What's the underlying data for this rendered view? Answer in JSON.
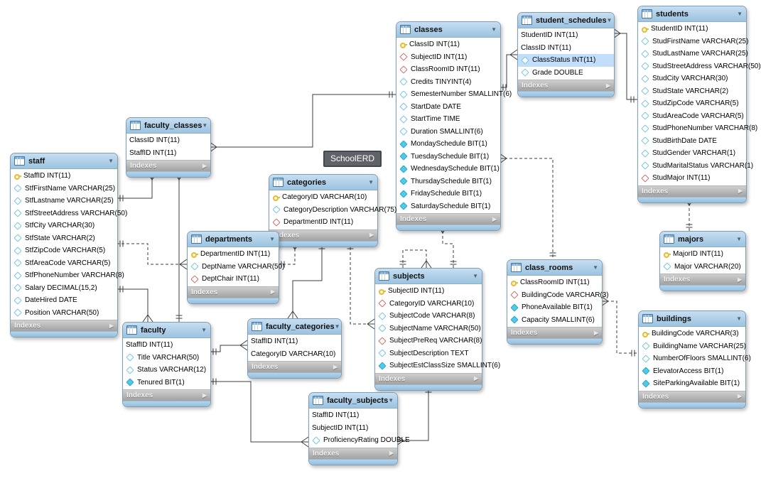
{
  "diagram": {
    "label": "SchoolERD",
    "indexes_label": "Indexes",
    "collapse_glyph": "▼",
    "expand_glyph": "▶",
    "colors": {
      "table_header_blue": "#a9cce7",
      "selected_row_blue": "#c3defb",
      "primary_key_yellow": "#e3bd37",
      "foreign_key_red": "#cf7070",
      "nullable_cyan": "#79c7dd",
      "notnull_cyan_fill": "#4fcbe8",
      "indexes_gray": "#b0b0b0",
      "label_bg": "#5f6367",
      "line_color": "#3c3c3c"
    },
    "tables": [
      {
        "id": "staff",
        "title": "staff",
        "fields": [
          {
            "icon": "key",
            "text": "StaffID INT(11)"
          },
          {
            "icon": "null",
            "text": "StfFirstName VARCHAR(25)"
          },
          {
            "icon": "null",
            "text": "StfLastname VARCHAR(25)"
          },
          {
            "icon": "null",
            "text": "StfStreetAddress VARCHAR(50)"
          },
          {
            "icon": "null",
            "text": "StfCity VARCHAR(30)"
          },
          {
            "icon": "null",
            "text": "StfState VARCHAR(2)"
          },
          {
            "icon": "null",
            "text": "StfZipCode VARCHAR(5)"
          },
          {
            "icon": "null",
            "text": "StfAreaCode VARCHAR(5)"
          },
          {
            "icon": "null",
            "text": "StfPhoneNumber VARCHAR(8)"
          },
          {
            "icon": "null",
            "text": "Salary DECIMAL(15,2)"
          },
          {
            "icon": "null",
            "text": "DateHired DATE"
          },
          {
            "icon": "null",
            "text": "Position VARCHAR(50)"
          }
        ]
      },
      {
        "id": "faculty_classes",
        "title": "faculty_classes",
        "fields": [
          {
            "icon": "none",
            "text": "ClassID INT(11)"
          },
          {
            "icon": "none",
            "text": "StaffID INT(11)"
          }
        ]
      },
      {
        "id": "classes",
        "title": "classes",
        "fields": [
          {
            "icon": "key",
            "text": "ClassID INT(11)"
          },
          {
            "icon": "fk",
            "text": "SubjectID INT(11)"
          },
          {
            "icon": "fk",
            "text": "ClassRoomID INT(11)"
          },
          {
            "icon": "null",
            "text": "Credits TINYINT(4)"
          },
          {
            "icon": "null",
            "text": "SemesterNumber SMALLINT(6)"
          },
          {
            "icon": "null",
            "text": "StartDate DATE"
          },
          {
            "icon": "null",
            "text": "StartTime TIME"
          },
          {
            "icon": "null",
            "text": "Duration SMALLINT(6)"
          },
          {
            "icon": "notnull",
            "text": "MondaySchedule BIT(1)"
          },
          {
            "icon": "notnull",
            "text": "TuesdaySchedule BIT(1)"
          },
          {
            "icon": "notnull",
            "text": "WednesdaySchedule BIT(1)"
          },
          {
            "icon": "notnull",
            "text": "ThursdaySchedule BIT(1)"
          },
          {
            "icon": "notnull",
            "text": "FridaySchedule BIT(1)"
          },
          {
            "icon": "notnull",
            "text": "SaturdaySchedule BIT(1)"
          }
        ]
      },
      {
        "id": "student_schedules",
        "title": "student_schedules",
        "fields": [
          {
            "icon": "none",
            "text": "StudentID INT(11)"
          },
          {
            "icon": "none",
            "text": "ClassID INT(11)"
          },
          {
            "icon": "null",
            "text": "ClassStatus INT(11)",
            "selected": true
          },
          {
            "icon": "null",
            "text": "Grade DOUBLE"
          }
        ]
      },
      {
        "id": "students",
        "title": "students",
        "fields": [
          {
            "icon": "key",
            "text": "StudentID INT(11)"
          },
          {
            "icon": "null",
            "text": "StudFirstName VARCHAR(25)"
          },
          {
            "icon": "null",
            "text": "StudLastName VARCHAR(25)"
          },
          {
            "icon": "null",
            "text": "StudStreetAddress VARCHAR(50)"
          },
          {
            "icon": "null",
            "text": "StudCity VARCHAR(30)"
          },
          {
            "icon": "null",
            "text": "StudState VARCHAR(2)"
          },
          {
            "icon": "null",
            "text": "StudZipCode VARCHAR(5)"
          },
          {
            "icon": "null",
            "text": "StudAreaCode VARCHAR(5)"
          },
          {
            "icon": "null",
            "text": "StudPhoneNumber VARCHAR(8)"
          },
          {
            "icon": "null",
            "text": "StudBirthDate DATE"
          },
          {
            "icon": "null",
            "text": "StudGender VARCHAR(1)"
          },
          {
            "icon": "null",
            "text": "StudMaritalStatus VARCHAR(1)"
          },
          {
            "icon": "fk",
            "text": "StudMajor INT(11)"
          }
        ]
      },
      {
        "id": "categories",
        "title": "categories",
        "fields": [
          {
            "icon": "key",
            "text": "CategoryID VARCHAR(10)"
          },
          {
            "icon": "null",
            "text": "CategoryDescription VARCHAR(75)"
          },
          {
            "icon": "fk",
            "text": "DepartmentID INT(11)"
          }
        ]
      },
      {
        "id": "departments",
        "title": "departments",
        "fields": [
          {
            "icon": "key",
            "text": "DepartmentID INT(11)"
          },
          {
            "icon": "null",
            "text": "DeptName VARCHAR(50)"
          },
          {
            "icon": "fk",
            "text": "DeptChair INT(11)"
          }
        ]
      },
      {
        "id": "subjects",
        "title": "subjects",
        "fields": [
          {
            "icon": "key",
            "text": "SubjectID INT(11)"
          },
          {
            "icon": "fk",
            "text": "CategoryID VARCHAR(10)"
          },
          {
            "icon": "null",
            "text": "SubjectCode VARCHAR(8)"
          },
          {
            "icon": "null",
            "text": "SubjectName VARCHAR(50)"
          },
          {
            "icon": "fk",
            "text": "SubjectPreReq VARCHAR(8)"
          },
          {
            "icon": "null",
            "text": "SubjectDescription TEXT"
          },
          {
            "icon": "notnull",
            "text": "SubjectEstClassSize SMALLINT(6)"
          }
        ]
      },
      {
        "id": "faculty",
        "title": "faculty",
        "fields": [
          {
            "icon": "none",
            "text": "StaffID INT(11)"
          },
          {
            "icon": "null",
            "text": "Title VARCHAR(50)"
          },
          {
            "icon": "null",
            "text": "Status VARCHAR(12)"
          },
          {
            "icon": "notnull",
            "text": "Tenured BIT(1)"
          }
        ]
      },
      {
        "id": "faculty_categories",
        "title": "faculty_categories",
        "fields": [
          {
            "icon": "none",
            "text": "StaffID INT(11)"
          },
          {
            "icon": "none",
            "text": "CategoryID VARCHAR(10)"
          }
        ]
      },
      {
        "id": "faculty_subjects",
        "title": "faculty_subjects",
        "fields": [
          {
            "icon": "none",
            "text": "StaffID INT(11)"
          },
          {
            "icon": "none",
            "text": "SubjectID INT(11)"
          },
          {
            "icon": "null",
            "text": "ProficiencyRating DOUBLE"
          }
        ]
      },
      {
        "id": "class_rooms",
        "title": "class_rooms",
        "fields": [
          {
            "icon": "key",
            "text": "ClassRoomID INT(11)"
          },
          {
            "icon": "fk",
            "text": "BuildingCode VARCHAR(3)"
          },
          {
            "icon": "notnull",
            "text": "PhoneAvailable BIT(1)"
          },
          {
            "icon": "notnull",
            "text": "Capacity SMALLINT(6)"
          }
        ]
      },
      {
        "id": "majors",
        "title": "majors",
        "fields": [
          {
            "icon": "key",
            "text": "MajorID INT(11)"
          },
          {
            "icon": "null",
            "text": "Major VARCHAR(20)"
          }
        ]
      },
      {
        "id": "buildings",
        "title": "buildings",
        "fields": [
          {
            "icon": "key",
            "text": "BuildingCode VARCHAR(3)"
          },
          {
            "icon": "null",
            "text": "BuildingName VARCHAR(25)"
          },
          {
            "icon": "null",
            "text": "NumberOfFloors SMALLINT(6)"
          },
          {
            "icon": "notnull",
            "text": "ElevatorAccess BIT(1)"
          },
          {
            "icon": "notnull",
            "text": "SiteParkingAvailable BIT(1)"
          }
        ]
      }
    ],
    "relationships": [
      {
        "id": "r1",
        "from": "staff",
        "to": "faculty_classes",
        "from_card": "one",
        "to_card": "many",
        "identifying": true
      },
      {
        "id": "r2",
        "from": "faculty",
        "to": "faculty_classes",
        "from_card": "one",
        "to_card": "many",
        "identifying": true
      },
      {
        "id": "r3",
        "from": "staff",
        "to": "faculty",
        "from_card": "one",
        "to_card": "many",
        "identifying": true
      },
      {
        "id": "r4",
        "from": "staff",
        "to": "departments",
        "from_card": "one",
        "to_card": "many",
        "identifying": false
      },
      {
        "id": "r5",
        "from": "departments",
        "to": "categories",
        "from_card": "one",
        "to_card": "many",
        "identifying": false
      },
      {
        "id": "r6",
        "from": "categories",
        "to": "faculty_categories",
        "from_card": "one",
        "to_card": "many",
        "identifying": true
      },
      {
        "id": "r7",
        "from": "categories",
        "to": "subjects",
        "from_card": "one",
        "to_card": "many",
        "identifying": false
      },
      {
        "id": "r8",
        "from": "subjects",
        "to": "subjects",
        "from_card": "one",
        "to_card": "many",
        "identifying": false
      },
      {
        "id": "r9",
        "from": "classes",
        "to": "subjects",
        "from_card": "many",
        "to_card": "one",
        "identifying": false
      },
      {
        "id": "r10",
        "from": "faculty_classes",
        "to": "classes",
        "from_card": "many",
        "to_card": "one",
        "identifying": true
      },
      {
        "id": "r11",
        "from": "classes",
        "to": "student_schedules",
        "from_card": "one",
        "to_card": "many",
        "identifying": true
      },
      {
        "id": "r12",
        "from": "student_schedules",
        "to": "students",
        "from_card": "many",
        "to_card": "one",
        "identifying": true
      },
      {
        "id": "r13",
        "from": "students",
        "to": "majors",
        "from_card": "many",
        "to_card": "one",
        "identifying": false
      },
      {
        "id": "r14",
        "from": "classes",
        "to": "class_rooms",
        "from_card": "many",
        "to_card": "one",
        "identifying": false
      },
      {
        "id": "r15",
        "from": "class_rooms",
        "to": "buildings",
        "from_card": "many",
        "to_card": "one",
        "identifying": false
      },
      {
        "id": "r16",
        "from": "subjects",
        "to": "faculty_subjects",
        "from_card": "one",
        "to_card": "many",
        "identifying": true
      },
      {
        "id": "r17",
        "from": "faculty",
        "to": "faculty_categories",
        "from_card": "one",
        "to_card": "many",
        "identifying": true
      },
      {
        "id": "r18",
        "from": "faculty",
        "to": "faculty_subjects",
        "from_card": "one",
        "to_card": "many",
        "identifying": true
      }
    ]
  }
}
